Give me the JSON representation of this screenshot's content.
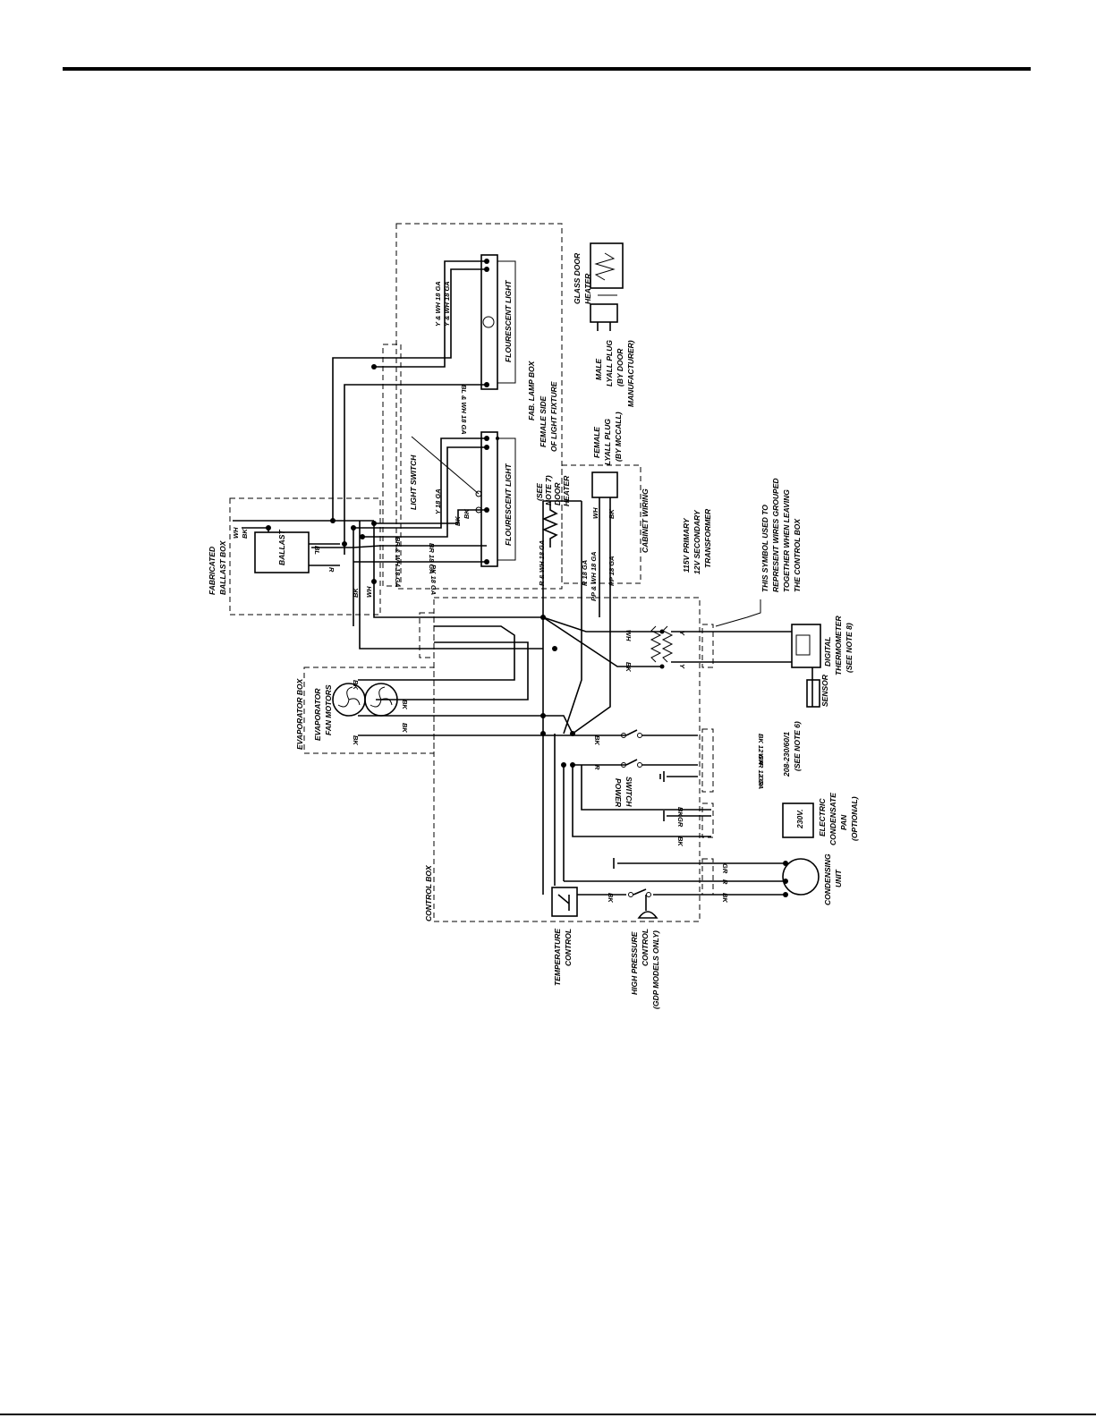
{
  "diagram": {
    "boxes": {
      "fab_lamp_box": "FAB. LAMP BOX",
      "fabricated_ballast_box": [
        "FABRICATED",
        "BALLAST BOX"
      ],
      "evaporator_box": "EVAPORATOR BOX",
      "control_box": "CONTROL BOX",
      "cabinet_wiring": "CABINET WIRING"
    },
    "components": {
      "fluorescent_light_1": "FLOURESCENT LIGHT",
      "fluorescent_light_2": "FLOURESCENT LIGHT",
      "ballast": "BALLAST",
      "light_switch": "LIGHT SWITCH",
      "female_side": [
        "FEMALE SIDE",
        "OF LIGHT FIXTURE"
      ],
      "door_heater": [
        "(SEE",
        "NOTE 7)",
        "DOOR",
        "HEATER"
      ],
      "glass_door_heater": [
        "GLASS DOOR",
        "HEATER"
      ],
      "male_plug": [
        "MALE",
        "LYALL PLUG",
        "(BY DOOR",
        "MANUFACTURER)"
      ],
      "female_plug": [
        "FEMALE",
        "LYALL PLUG",
        "(BY MCCALL)"
      ],
      "transformer": [
        "115V PRIMARY",
        "12V SECONDARY",
        "TRANSFORMER"
      ],
      "symbol_note": [
        "THIS SYMBOL USED TO",
        "REPRESENT WIRES GROUPED",
        "TOGETHER WHEN LEAVING",
        "THE CONTROL BOX"
      ],
      "digital_thermometer": [
        "DIGITAL",
        "THERMOMETER",
        "(SEE NOTE 8)"
      ],
      "sensor": "SENSOR",
      "evaporator_fan_motors": [
        "EVAPORATOR",
        "FAN MOTORS"
      ],
      "power_switch": [
        "POWER",
        "SWITCH"
      ],
      "supply": [
        "208-230/60/1",
        "(SEE NOTE 6)"
      ],
      "condensate_pan": [
        "ELECTRIC",
        "CONDENSATE",
        "PAN",
        "(OPTIONAL)"
      ],
      "condensate_voltage": "230V.",
      "condensing_unit": [
        "CONDENSING",
        "UNIT"
      ],
      "temperature_control": [
        "TEMPERATURE",
        "CONTROL"
      ],
      "high_pressure_control": [
        "HIGH PRESSURE",
        "CONTROL",
        "(GDP MODELS ONLY)"
      ]
    },
    "wire_labels": {
      "y_wh_18": "Y & WH 18 GA",
      "bl_wh_18": "BL & WH 18 GA",
      "y_18": "Y 18 GA",
      "br_wh_18": "BR & WH 18 GA",
      "br_18": "BR 18 GA",
      "pk_18": "PK 18 GA",
      "r_wh_18": "R & WH 18 GA",
      "r_18": "R 18 GA",
      "pp_wh_18": "PP & WH 18 GA",
      "pp_18": "PP 18 GA",
      "bk_12": "BK 12 GA",
      "r_12": "R 12 GA",
      "wh": "WH",
      "bk": "BK",
      "bl": "BL",
      "r": "R",
      "gr": "GR",
      "y": "Y"
    }
  }
}
